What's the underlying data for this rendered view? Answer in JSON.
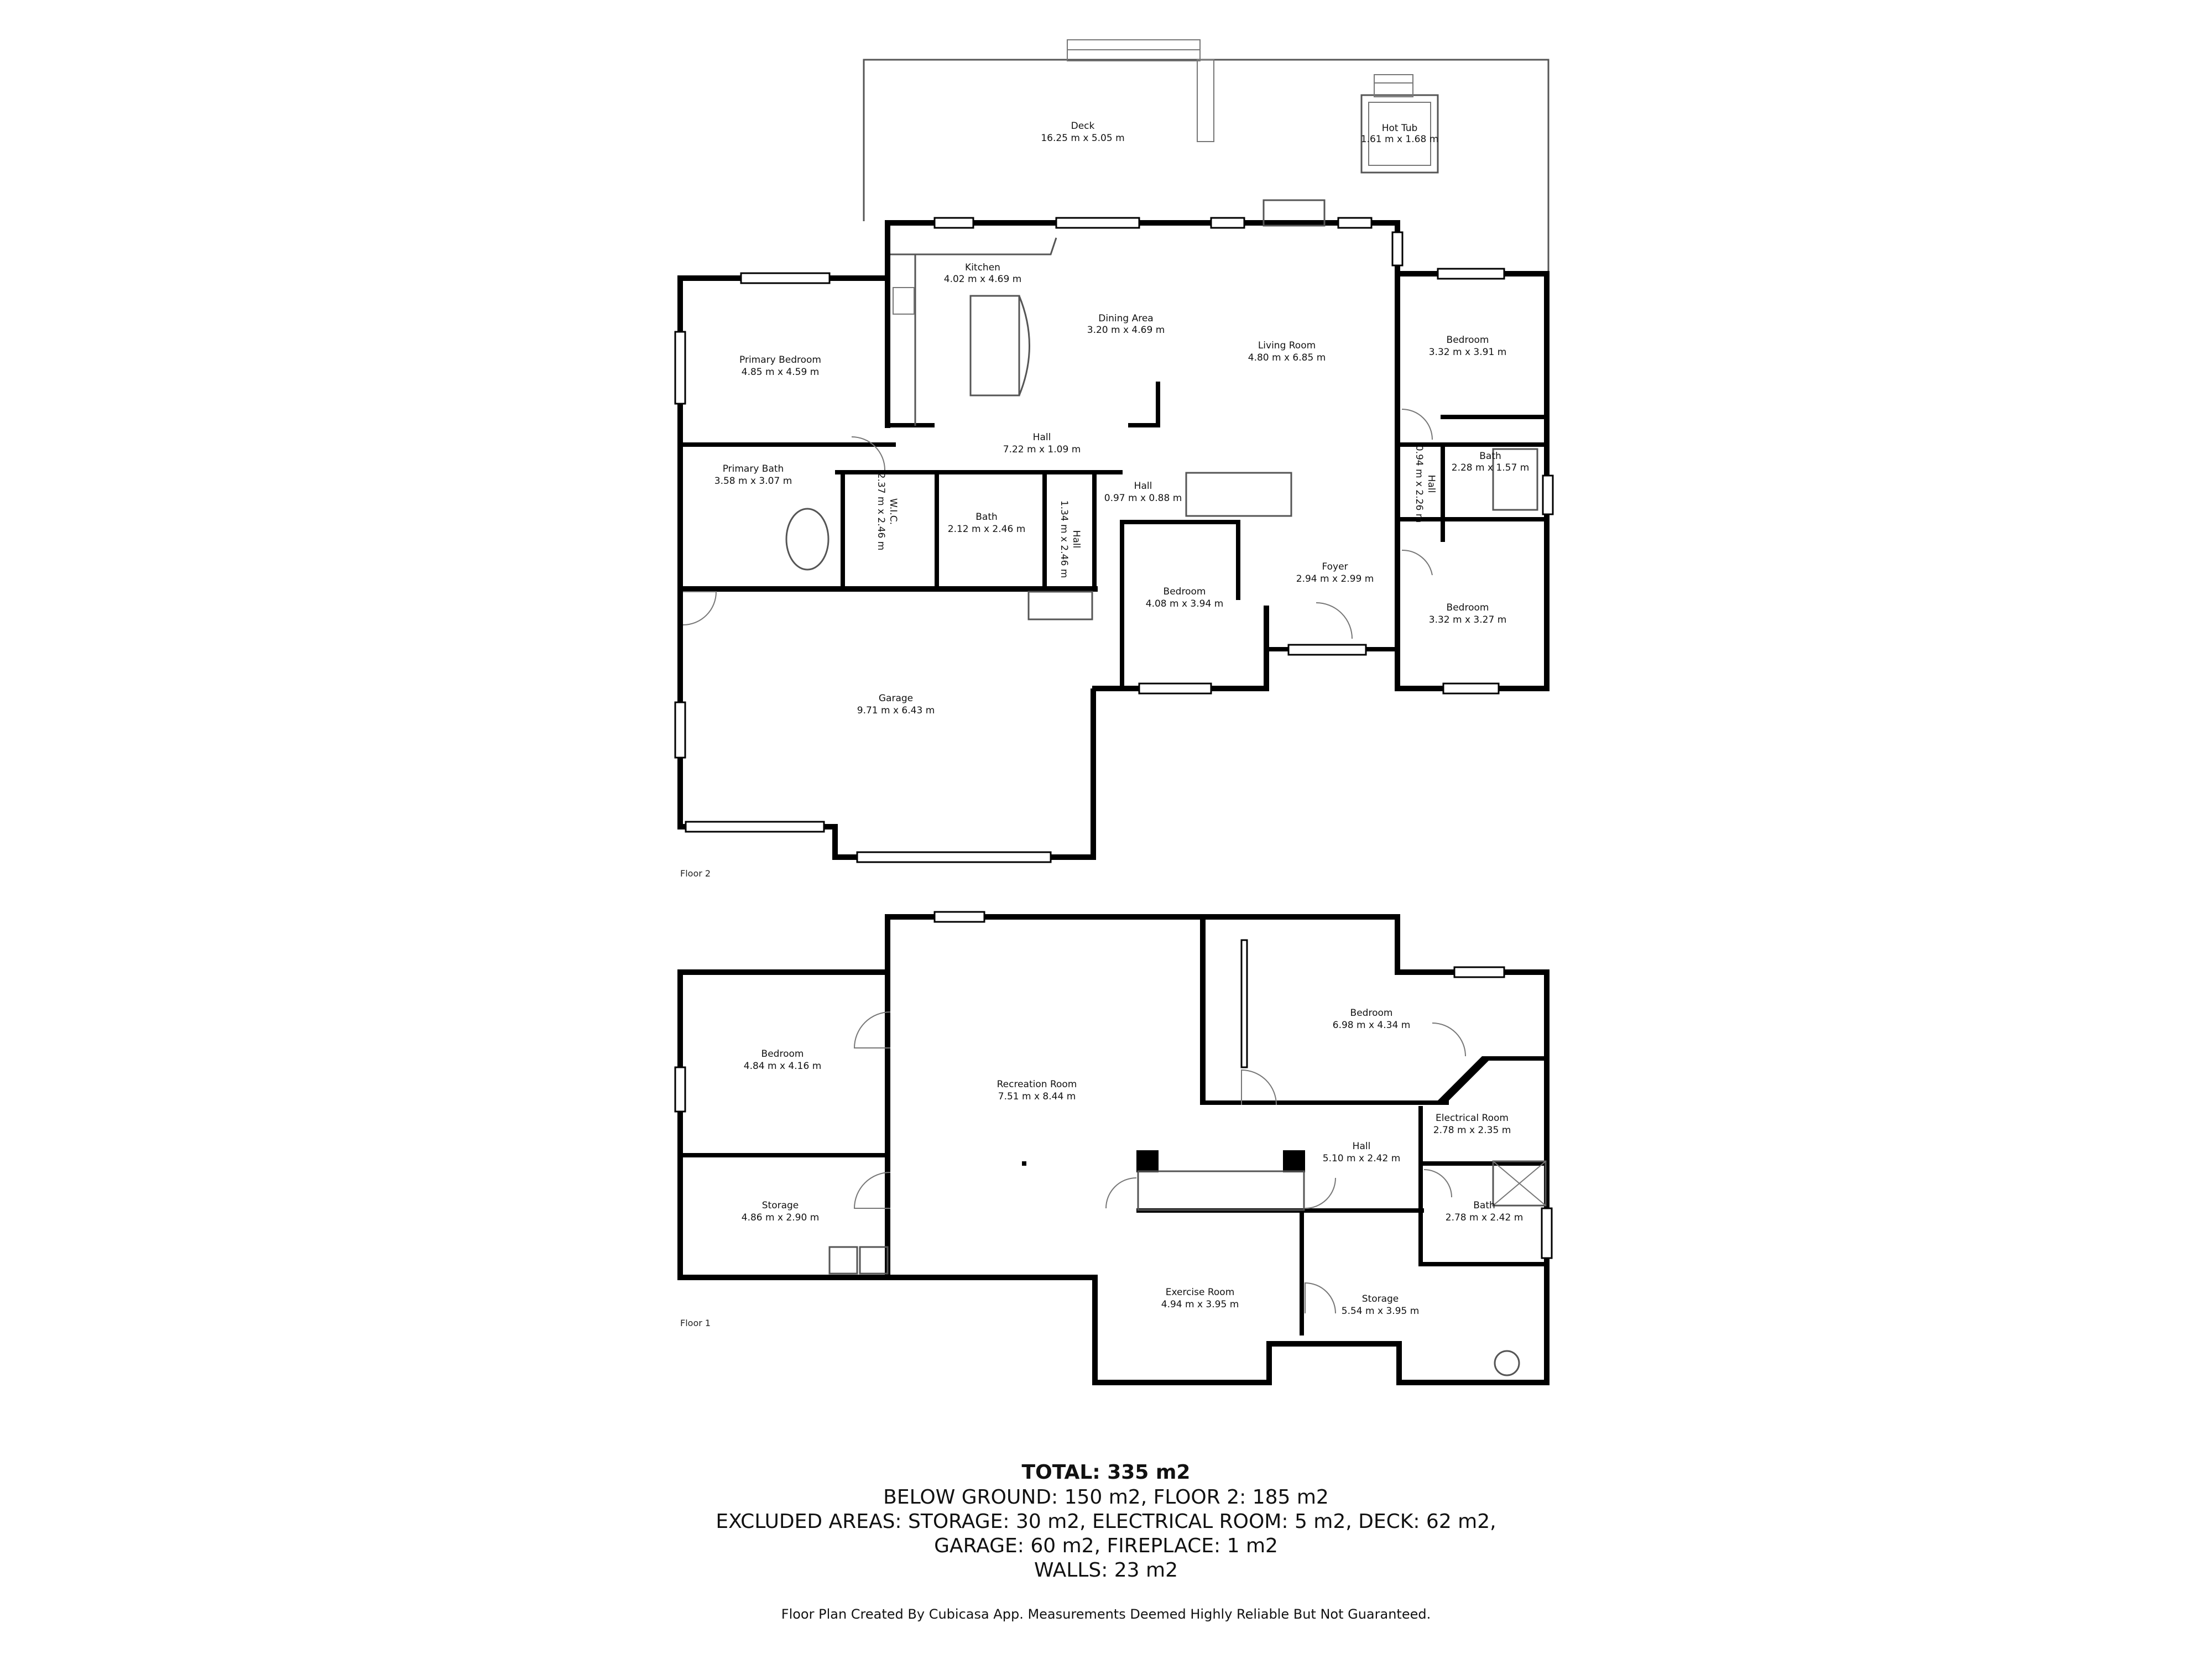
{
  "floors": [
    {
      "label": "Floor 2",
      "rooms": [
        {
          "id": "deck",
          "name": "Deck",
          "dims": "16.25 m x 5.05 m"
        },
        {
          "id": "hot-tub",
          "name": "Hot Tub",
          "dims": "1.61 m x 1.68 m"
        },
        {
          "id": "kitchen",
          "name": "Kitchen",
          "dims": "4.02 m x 4.69 m"
        },
        {
          "id": "dining-area",
          "name": "Dining Area",
          "dims": "3.20 m x 4.69 m"
        },
        {
          "id": "living-room",
          "name": "Living Room",
          "dims": "4.80 m x 6.85 m"
        },
        {
          "id": "primary-bedroom",
          "name": "Primary Bedroom",
          "dims": "4.85 m x 4.59 m"
        },
        {
          "id": "bedroom-ne",
          "name": "Bedroom",
          "dims": "3.32 m x 3.91 m"
        },
        {
          "id": "hall-main",
          "name": "Hall",
          "dims": "7.22 m x 1.09 m"
        },
        {
          "id": "primary-bath",
          "name": "Primary Bath",
          "dims": "3.58 m x 3.07 m"
        },
        {
          "id": "wic",
          "name": "W.I.C.",
          "dims": "2.37 m x 2.46 m"
        },
        {
          "id": "bath-mid",
          "name": "Bath",
          "dims": "2.12 m x 2.46 m"
        },
        {
          "id": "hall-vertical",
          "name": "Hall",
          "dims": "1.34 m x 2.46 m"
        },
        {
          "id": "hall-small",
          "name": "Hall",
          "dims": "0.97 m x 0.88 m"
        },
        {
          "id": "bath-east",
          "name": "Bath",
          "dims": "2.28 m x 1.57 m"
        },
        {
          "id": "hall-east",
          "name": "Hall",
          "dims": "0.94 m x 2.26 m"
        },
        {
          "id": "bedroom-mid",
          "name": "Bedroom",
          "dims": "4.08 m x 3.94 m"
        },
        {
          "id": "foyer",
          "name": "Foyer",
          "dims": "2.94 m x 2.99 m"
        },
        {
          "id": "bedroom-se",
          "name": "Bedroom",
          "dims": "3.32 m x 3.27 m"
        },
        {
          "id": "garage",
          "name": "Garage",
          "dims": "9.71 m x 6.43 m"
        }
      ]
    },
    {
      "label": "Floor 1",
      "rooms": [
        {
          "id": "bedroom-west",
          "name": "Bedroom",
          "dims": "4.84 m x 4.16 m"
        },
        {
          "id": "recreation-room",
          "name": "Recreation Room",
          "dims": "7.51 m x 8.44 m"
        },
        {
          "id": "bedroom-east",
          "name": "Bedroom",
          "dims": "6.98 m x 4.34 m"
        },
        {
          "id": "electrical-room",
          "name": "Electrical Room",
          "dims": "2.78 m x 2.35 m"
        },
        {
          "id": "hall-lower",
          "name": "Hall",
          "dims": "5.10 m x 2.42 m"
        },
        {
          "id": "storage-west",
          "name": "Storage",
          "dims": "4.86 m x 2.90 m"
        },
        {
          "id": "bath-lower",
          "name": "Bath",
          "dims": "2.78 m x 2.42 m"
        },
        {
          "id": "exercise-room",
          "name": "Exercise Room",
          "dims": "4.94 m x 3.95 m"
        },
        {
          "id": "storage-east",
          "name": "Storage",
          "dims": "5.54 m x 3.95 m"
        }
      ]
    }
  ],
  "summary": {
    "total": "TOTAL: 335 m2",
    "line1": "BELOW GROUND: 150 m2, FLOOR 2: 185 m2",
    "line2": "EXCLUDED AREAS: STORAGE: 30 m2, ELECTRICAL ROOM: 5 m2, DECK: 62 m2,",
    "line3": "GARAGE: 60 m2, FIREPLACE: 1 m2",
    "line4": "WALLS: 23 m2"
  },
  "footer": "Floor Plan Created By Cubicasa App. Measurements Deemed Highly Reliable But Not Guaranteed."
}
